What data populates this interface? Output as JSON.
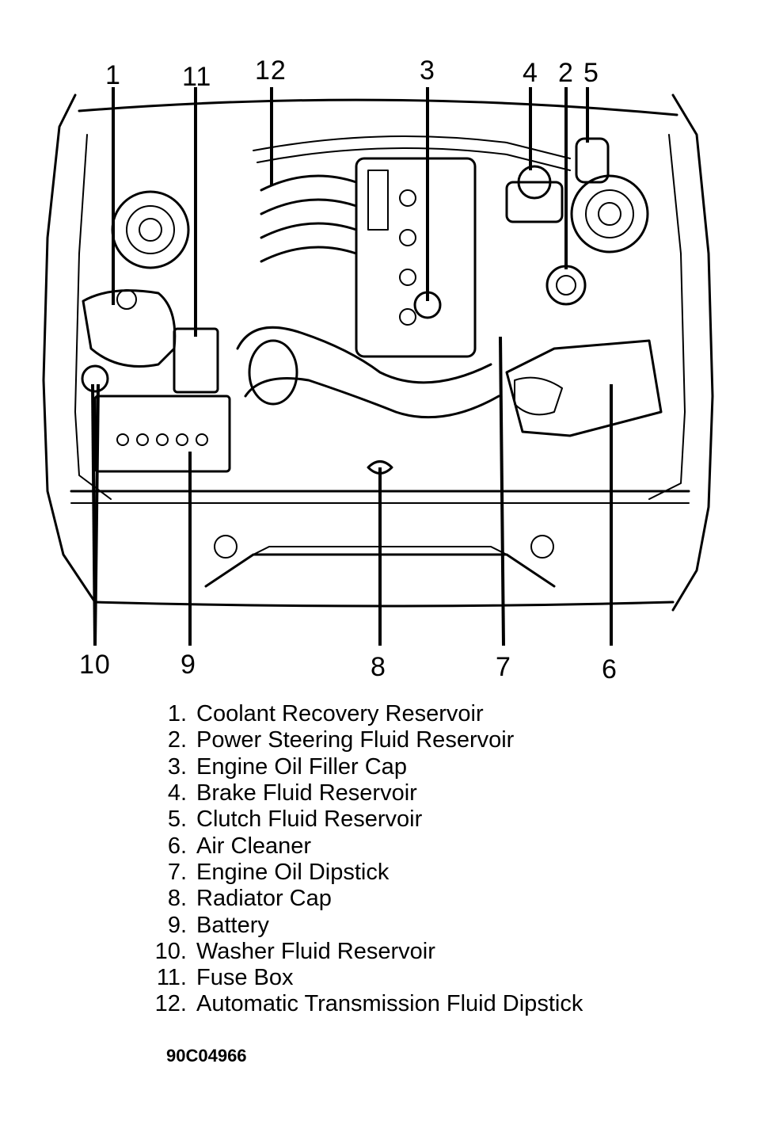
{
  "callouts": {
    "c1": "1",
    "c11": "11",
    "c12": "12",
    "c3": "3",
    "c4": "4",
    "c2": "2",
    "c5": "5",
    "c10": "10",
    "c9": "9",
    "c8": "8",
    "c7": "7",
    "c6": "6"
  },
  "legend": [
    {
      "num": "1.",
      "text": "Coolant Recovery Reservoir"
    },
    {
      "num": "2.",
      "text": "Power Steering Fluid Reservoir"
    },
    {
      "num": "3.",
      "text": "Engine Oil Filler Cap"
    },
    {
      "num": "4.",
      "text": "Brake Fluid Reservoir"
    },
    {
      "num": "5.",
      "text": "Clutch Fluid Reservoir"
    },
    {
      "num": "6.",
      "text": "Air Cleaner"
    },
    {
      "num": "7.",
      "text": "Engine Oil Dipstick"
    },
    {
      "num": "8.",
      "text": "Radiator Cap"
    },
    {
      "num": "9.",
      "text": "Battery"
    },
    {
      "num": "10.",
      "text": "Washer Fluid Reservoir"
    },
    {
      "num": "11.",
      "text": "Fuse Box"
    },
    {
      "num": "12.",
      "text": "Automatic Transmission Fluid Dipstick"
    }
  ],
  "figure_code": "90C04966"
}
